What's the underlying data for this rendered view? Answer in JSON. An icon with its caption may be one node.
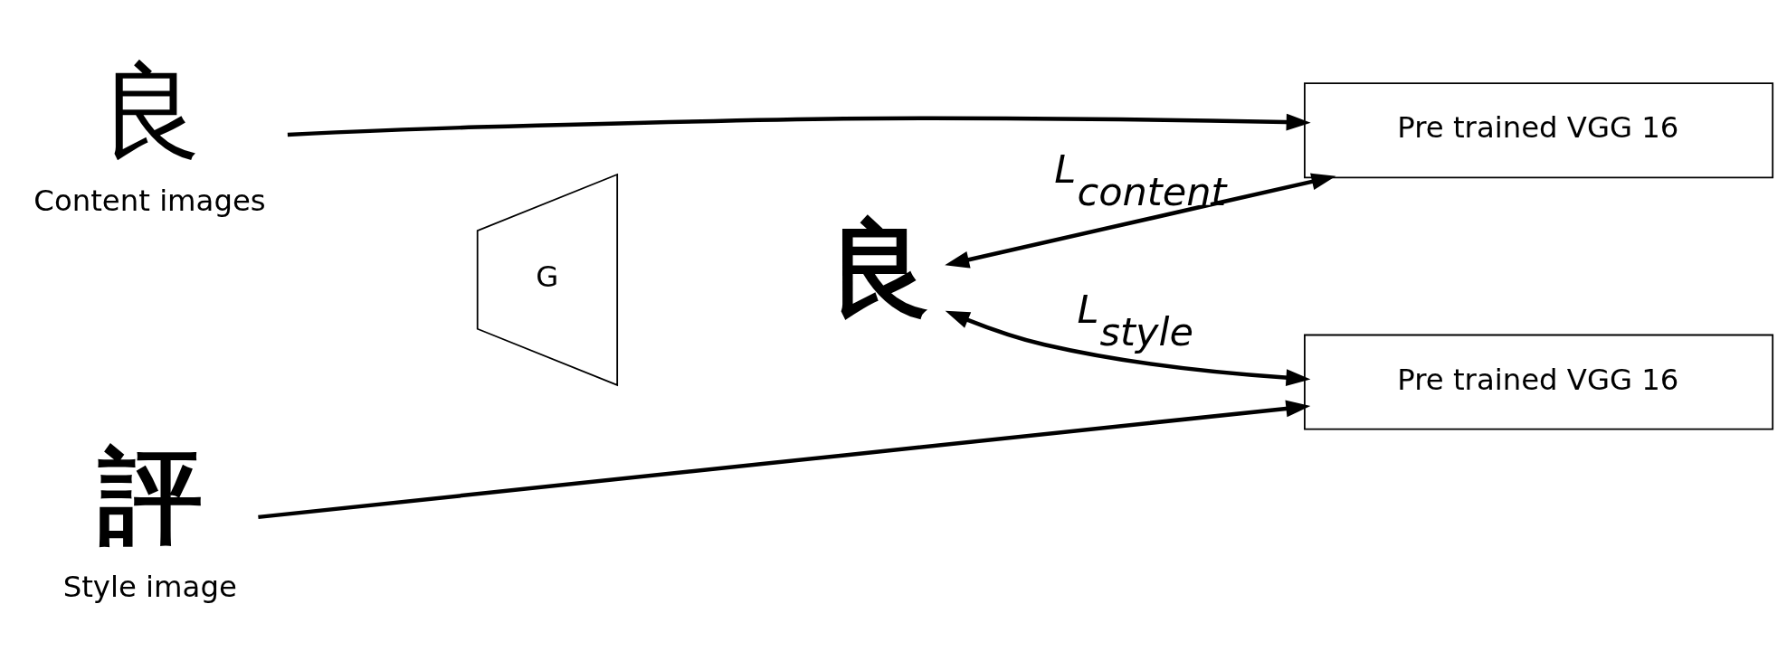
{
  "diagram": {
    "nodes": [
      {
        "text": [
          "良"
        ],
        "beside": [
          "Content images"
        ]
      },
      {
        "text": [
          "G"
        ]
      },
      {
        "text": [
          "良"
        ]
      },
      {
        "text": [
          "評"
        ],
        "beside": [
          "Style image"
        ]
      },
      {
        "text": [
          "Pre trained VGG 16"
        ]
      },
      {
        "text": [
          "Pre trained VGG 16"
        ]
      }
    ],
    "edges": [
      {
        "from": 0,
        "to": 4,
        "arrow": "to"
      },
      {
        "from": 2,
        "to": 4,
        "arrow": "both",
        "label": "L$_{content}$"
      },
      {
        "from": 2,
        "to": 5,
        "arrow": "both",
        "label": "L$_{style}$"
      },
      {
        "from": 3,
        "to": 5,
        "arrow": "to"
      }
    ]
  }
}
